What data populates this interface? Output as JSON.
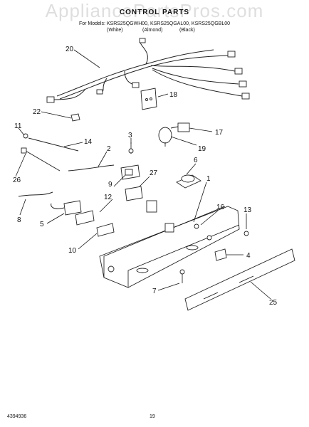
{
  "header": {
    "watermark": "AppliancePartsPros.com",
    "title": "CONTROL PARTS",
    "models": "For Models: KSRS25QGWH00, KSRS25QGAL00, KSRS25QGBL00",
    "variants": [
      "(White)",
      "(Almond)",
      "(Black)"
    ]
  },
  "callouts": [
    "20",
    "18",
    "22",
    "11",
    "14",
    "3",
    "17",
    "19",
    "2",
    "6",
    "26",
    "27",
    "9",
    "1",
    "12",
    "8",
    "16",
    "13",
    "5",
    "10",
    "4",
    "7",
    "25"
  ],
  "footer": {
    "doc_number": "4394936",
    "page_number": "19"
  }
}
